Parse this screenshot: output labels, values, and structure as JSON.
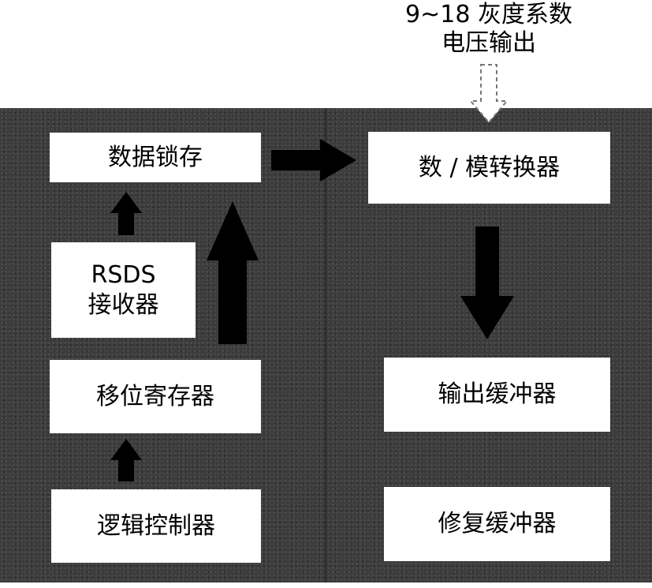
{
  "top_label": {
    "line1": "9~18 灰度系数",
    "line2": "电压输出"
  },
  "boxes": {
    "data_latch": "数据锁存",
    "rsds_receiver_line1": "RSDS",
    "rsds_receiver_line2": "接收器",
    "shift_register": "移位寄存器",
    "logic_controller": "逻辑控制器",
    "dac": "数 / 模转换器",
    "output_buffer": "输出缓冲器",
    "repair_buffer": "修复缓冲器"
  }
}
